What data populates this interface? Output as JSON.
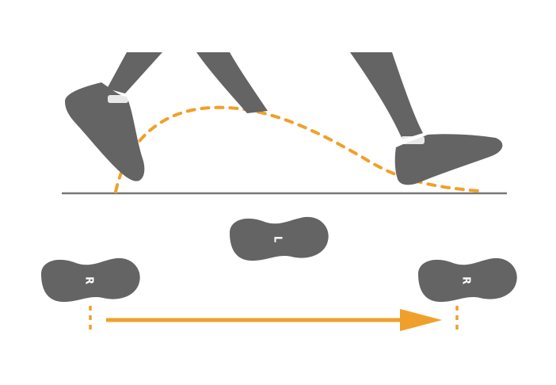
{
  "colors": {
    "shoe": "#646464",
    "trajectory": "#f0a02a",
    "ground": "#777777",
    "label": "#ffffff",
    "background": "#ffffff"
  },
  "footprints": {
    "right_start": {
      "label": "R"
    },
    "left_middle": {
      "label": "L"
    },
    "right_end": {
      "label": "R"
    }
  },
  "icons": {
    "leg_back": "leg-with-shoe-icon",
    "leg_middle": "leg-icon",
    "leg_front": "leg-with-shoe-icon",
    "print": "footprint-icon",
    "arrow": "arrow-right-icon"
  }
}
